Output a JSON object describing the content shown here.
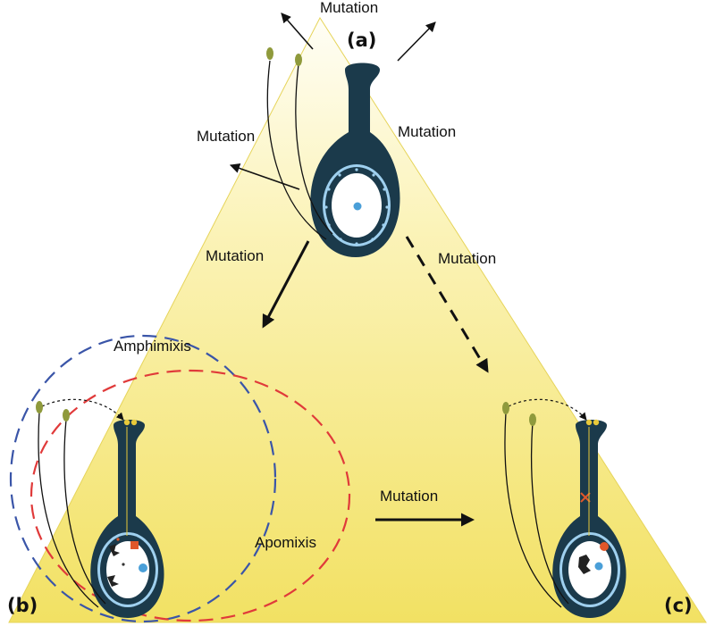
{
  "labels": {
    "corner_a": "(a)",
    "corner_b": "(b)",
    "corner_c": "(c)",
    "mutation_top": "Mutation",
    "mutation_left": "Mutation",
    "mutation_right": "Mutation",
    "mutation_center_left": "Mutation",
    "mutation_center_right": "Mutation",
    "mutation_bottom": "Mutation",
    "amphimixis": "Amphimixis",
    "apomixis": "Apomixis"
  },
  "colors": {
    "triangle_top": "#fffdf0",
    "triangle_bottom": "#f3e36a",
    "ovule_body": "#1b3a4b",
    "embryo_sac": "#ffffff",
    "nucleus": "#4a9fd8",
    "pollen": "#8f9a3c",
    "amphimixis_circle": "#3a55a8",
    "apomixis_circle": "#e03a3a",
    "mutation_marker": "#e0572a"
  }
}
